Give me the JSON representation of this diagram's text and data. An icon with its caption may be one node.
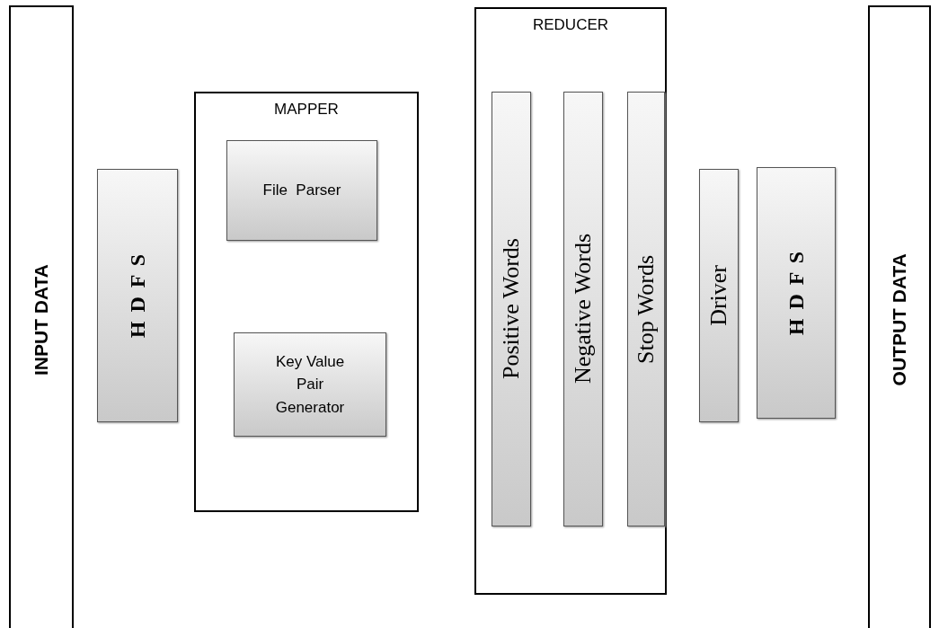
{
  "diagram": {
    "nodes": [
      {
        "text": [
          "INPUT DATA"
        ]
      },
      {
        "text": [
          "H D F S"
        ]
      },
      {
        "text": [
          "MAPPER"
        ]
      },
      {
        "text": [
          "File  Parser"
        ],
        "in": 2
      },
      {
        "text": [
          "Key Value Pair Generator"
        ],
        "in": 2
      },
      {
        "text": [
          "REDUCER"
        ]
      },
      {
        "text": [
          "Positive Words"
        ],
        "in": 5
      },
      {
        "text": [
          "Negative Words"
        ],
        "in": 5
      },
      {
        "text": [
          "Stop Words"
        ],
        "in": 5
      },
      {
        "text": [
          "Driver"
        ]
      },
      {
        "text": [
          "H D F S"
        ]
      },
      {
        "text": [
          "OUTPUT DATA"
        ]
      }
    ]
  }
}
